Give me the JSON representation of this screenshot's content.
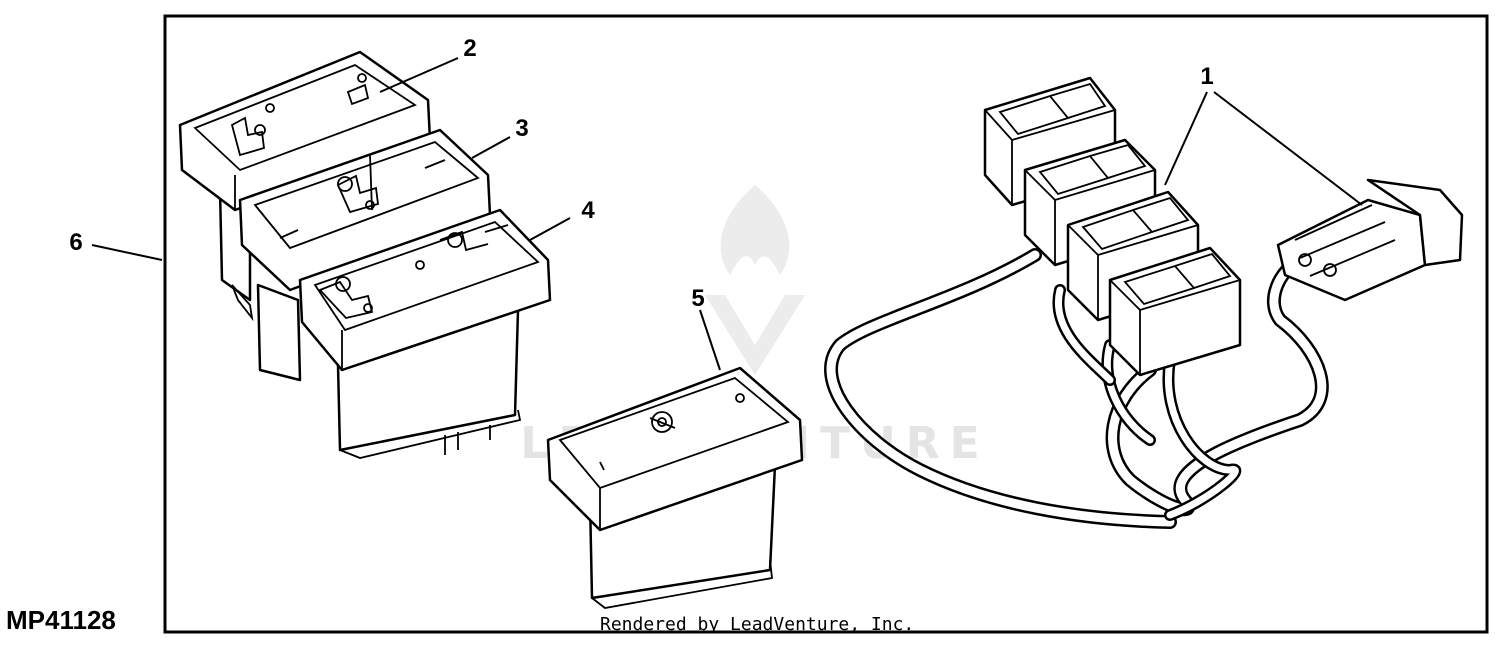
{
  "figure_id": "MP41128",
  "credit": "Rendered by LeadVenture, Inc.",
  "watermark": {
    "text": "LEADVENTURE"
  },
  "callouts": {
    "c1": "1",
    "c2": "2",
    "c3": "3",
    "c4": "4",
    "c5": "5",
    "c6": "6"
  }
}
